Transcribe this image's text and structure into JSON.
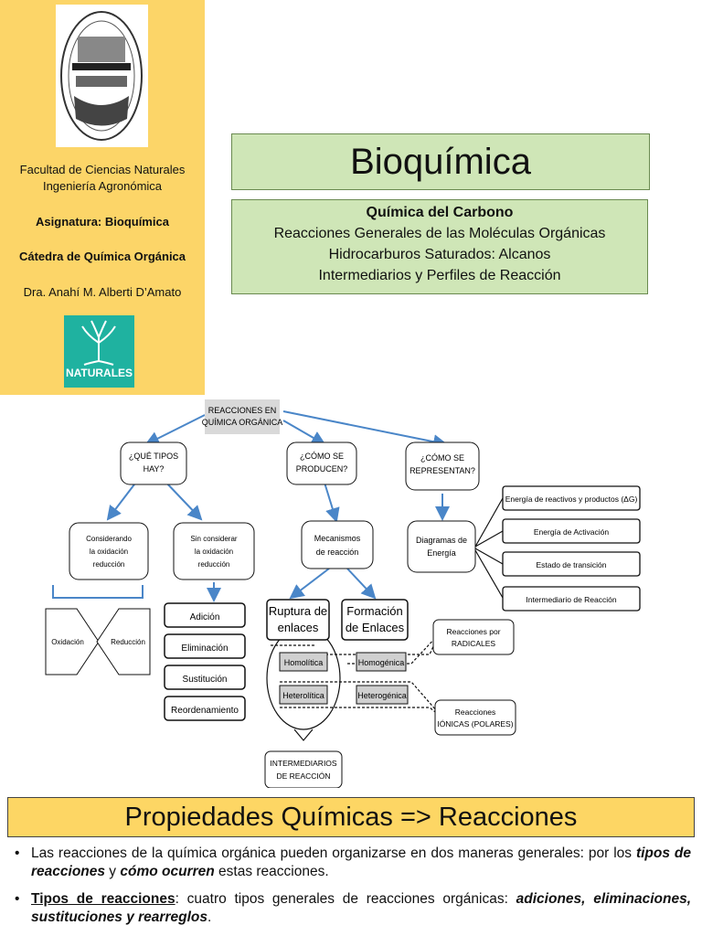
{
  "sidebar": {
    "faculty_line1": "Facultad de Ciencias Naturales",
    "faculty_line2": "Ingeniería Agronómica",
    "subject": "Asignatura: Bioquímica",
    "chair": "Cátedra de Química Orgánica",
    "professor": "Dra. Anahí M. Alberti D’Amato",
    "logo_text": "NATURALES",
    "accent_color": "#fcd568",
    "logo_color": "#1fb2a0"
  },
  "header": {
    "title": "Bioquímica",
    "subtitle_bold": "Química del Carbono",
    "lines": [
      "Reacciones Generales de las Moléculas Orgánicas",
      "Hidrocarburos Saturados: Alcanos",
      "Intermediarios y Perfiles de Reacción"
    ]
  },
  "diagram": {
    "root": [
      "REACCIONES EN",
      "QUÍMICA ORGÁNICA"
    ],
    "q1": [
      "¿QUÉ TIPOS",
      "HAY?"
    ],
    "q2": [
      "¿CÓMO SE",
      "PRODUCEN?"
    ],
    "q3": [
      "¿CÓMO SE",
      "REPRESENTAN?"
    ],
    "considering": [
      "Considerando",
      "la oxidación",
      "reducción"
    ],
    "not_considering": [
      "Sin considerar",
      "la oxidación",
      "reducción"
    ],
    "oxidation": "Oxidación",
    "reduction": "Reducción",
    "types": [
      "Adición",
      "Eliminación",
      "Sustitución",
      "Reordenamiento"
    ],
    "mechanisms": [
      "Mecanismos",
      "de reacción"
    ],
    "rupture": [
      "Ruptura de",
      "enlaces"
    ],
    "formation": [
      "Formación",
      "de Enlaces"
    ],
    "homolytic": "Homolítica",
    "homogenic": "Homogénica",
    "heterolytic": "Heterolítica",
    "heterogenic": "Heterogénica",
    "radicals": [
      "Reacciones por",
      "RADICALES"
    ],
    "ionic": [
      "Reacciones",
      "IÓNICAS (POLARES)"
    ],
    "intermediates": [
      "INTERMEDIARIOS",
      "DE REACCIÓN"
    ],
    "energy_diagrams": [
      "Diagramas de",
      "Energía"
    ],
    "energy_items": [
      "Energía de reactivos y productos (ΔG)",
      "Energía de Activación",
      "Estado de transición",
      "Intermediario de Reacción"
    ]
  },
  "banner": {
    "title": "Propiedades Químicas => Reacciones"
  },
  "bullets": {
    "b1_part1": "Las reacciones de la química orgánica pueden organizarse en dos maneras generales: por los ",
    "b1_em1": "tipos de reacciones",
    "b1_part2": " y ",
    "b1_em2": "cómo ocurren",
    "b1_part3": " estas reacciones.",
    "b2_label": "Tipos de reacciones",
    "b2_part1": ": cuatro tipos generales de reacciones orgánicas: ",
    "b2_em": "adiciones, eliminaciones, sustituciones y rearreglos",
    "b2_part2": "."
  }
}
